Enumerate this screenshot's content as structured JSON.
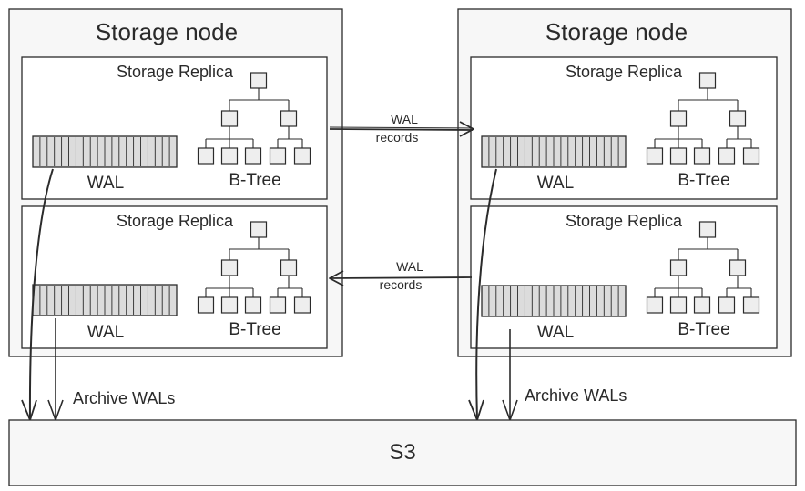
{
  "nodes": [
    {
      "title": "Storage node",
      "replicas": [
        {
          "title": "Storage Replica",
          "wal_label": "WAL",
          "btree_label": "B-Tree"
        },
        {
          "title": "Storage Replica",
          "wal_label": "WAL",
          "btree_label": "B-Tree"
        }
      ]
    },
    {
      "title": "Storage node",
      "replicas": [
        {
          "title": "Storage Replica",
          "wal_label": "WAL",
          "btree_label": "B-Tree"
        },
        {
          "title": "Storage Replica",
          "wal_label": "WAL",
          "btree_label": "B-Tree"
        }
      ]
    }
  ],
  "links": [
    {
      "line1": "WAL",
      "line2": "records"
    },
    {
      "line1": "WAL",
      "line2": "records"
    }
  ],
  "archive": [
    "Archive WALs",
    "Archive WALs"
  ],
  "storage": {
    "label": "S3"
  },
  "colors": {
    "stroke": "#2b2b2b",
    "node_fill": "#f7f7f7",
    "replica_fill": "#ffffff",
    "wal_fill": "#dcdcdc"
  }
}
